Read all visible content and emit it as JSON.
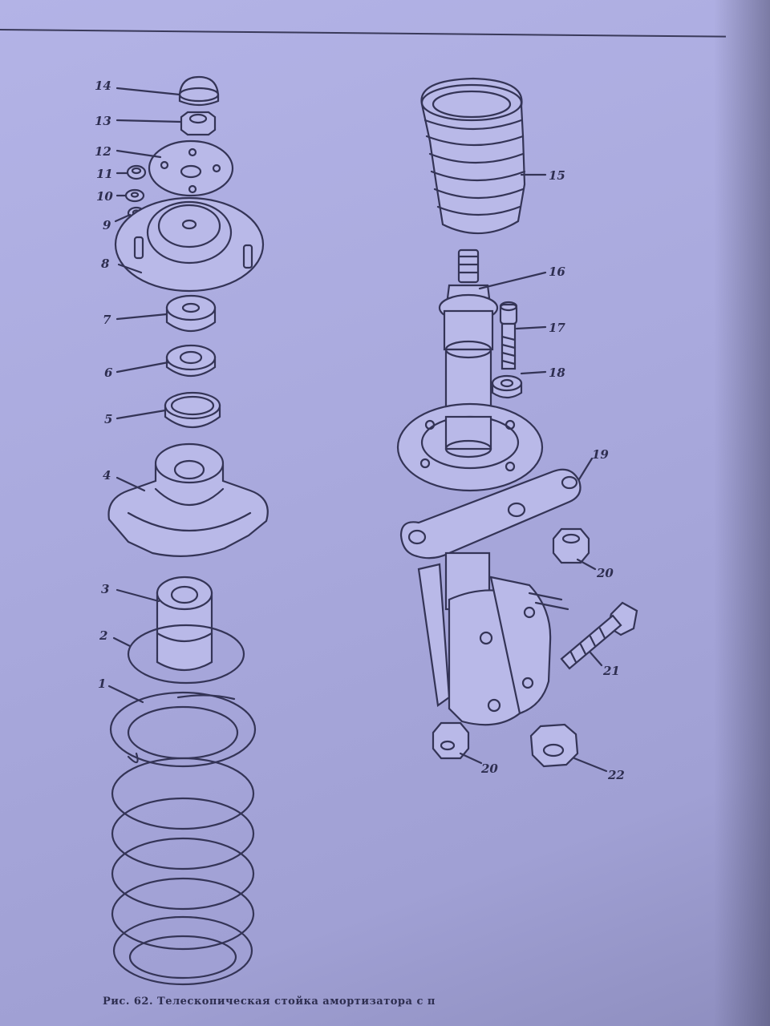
{
  "labels": [
    "1",
    "2",
    "3",
    "4",
    "5",
    "6",
    "7",
    "8",
    "9",
    "10",
    "11",
    "12",
    "13",
    "14",
    "15",
    "16",
    "17",
    "18",
    "19",
    "20",
    "20",
    "21",
    "22"
  ],
  "caption": "Рис. 62. Телескопическая стойка амортизатора с п"
}
